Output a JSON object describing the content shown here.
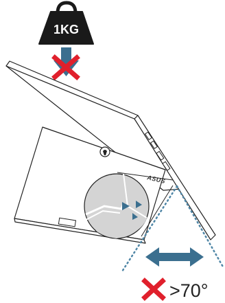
{
  "weight": {
    "label": "1KG"
  },
  "brand": {
    "text": "ASUS"
  },
  "angle_limit": {
    "text": ">70°"
  },
  "colors": {
    "weight_body": "#1a1a1a",
    "weight_text": "#ffffff",
    "arrow_blue": "#3b6f8f",
    "prohibit_red": "#e0202c",
    "monitor_outline": "#222222",
    "magnifier_fill": "#d4d4d4",
    "guide_dots": "#4f86a6"
  },
  "icons": {
    "weight": "weight-icon",
    "down_arrow": "down-arrow-icon",
    "prohibit": "cross-icon",
    "double_arrow": "double-arrow-icon"
  }
}
